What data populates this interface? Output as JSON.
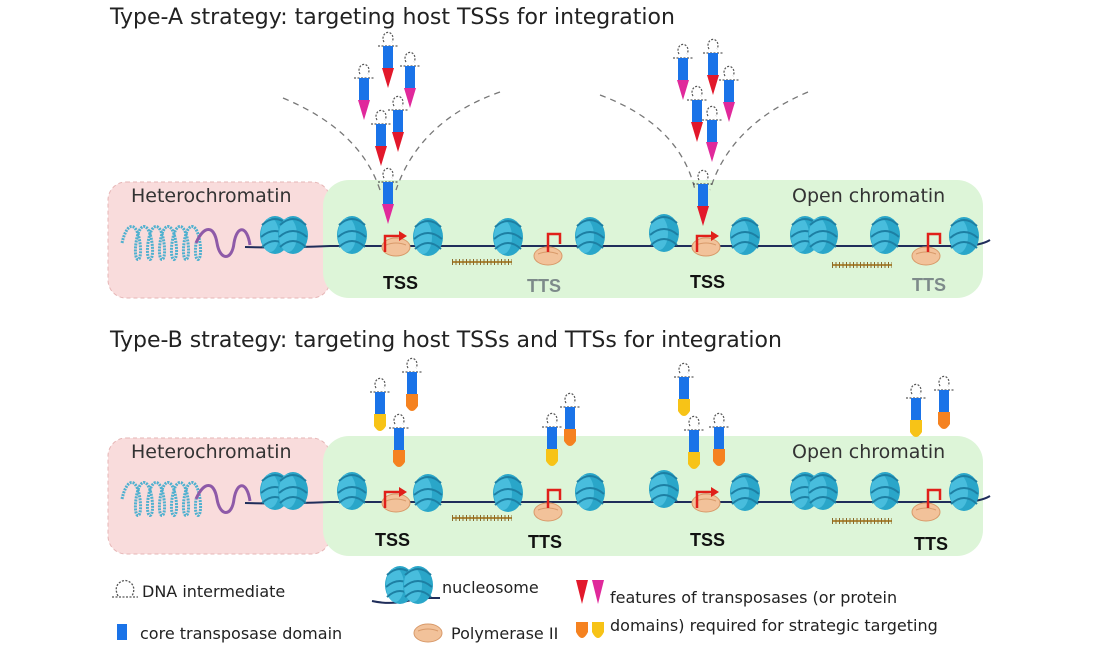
{
  "panel_a": {
    "title": "Type-A strategy: targeting host TSSs for integration",
    "heterochromatin_label": "Heterochromatin",
    "open_chromatin_label": "Open chromatin",
    "sites": [
      "TSS",
      "TTS",
      "TSS",
      "TTS"
    ]
  },
  "panel_b": {
    "title": "Type-B strategy: targeting host TSSs and TTSs for integration",
    "heterochromatin_label": "Heterochromatin",
    "open_chromatin_label": "Open chromatin",
    "sites": [
      "TSS",
      "TTS",
      "TSS",
      "TTS"
    ]
  },
  "legend": {
    "dna_intermediate": "DNA intermediate",
    "core_domain": "core transposase domain",
    "nucleosome": "nucleosome",
    "polymerase": "Polymerase II",
    "features_line1": "features of transposases (or protein",
    "features_line2": "domains) required for strategic targeting"
  },
  "colors": {
    "heterochromatin_fill": "#f9dcdc",
    "open_chromatin_fill": "#ddf5d8",
    "nucleosome": "#2aa6c9",
    "dna_line": "#1f2d5a",
    "core_domain": "#1a73e8",
    "tss_arrow": "#e0201a",
    "feature_red": "#e2182b",
    "feature_magenta": "#e0299b",
    "feature_orange": "#f58220",
    "feature_yellow": "#f7c317",
    "polymerase": "#f2c29a"
  }
}
